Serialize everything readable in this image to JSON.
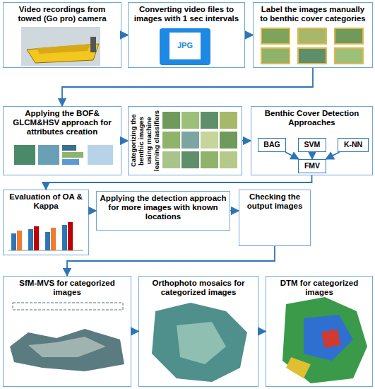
{
  "diagram": {
    "nodes": [
      {
        "text": [
          "Video recordings from towed (Go pro) camera"
        ]
      },
      {
        "text": [
          "Converting video files to images with 1 sec intervals"
        ]
      },
      {
        "text": [
          "Label the images manually to benthic cover categories"
        ]
      },
      {
        "text": [
          "Applying the BOF& GLCM&HSV approach for attributes creation"
        ]
      },
      {
        "text": [
          "Categorizing the benthic images using machine learning classifiers"
        ]
      },
      {
        "text": [
          "Benthic Cover Detection Approaches"
        ]
      },
      {
        "text": [
          "BAG"
        ],
        "in": 5
      },
      {
        "text": [
          "SVM"
        ],
        "in": 5
      },
      {
        "text": [
          "K-NN"
        ],
        "in": 5
      },
      {
        "text": [
          "FMV"
        ],
        "in": 5
      },
      {
        "text": [
          "Evaluation of OA & Kappa"
        ]
      },
      {
        "text": [
          "Applying the detection approach for more images with known locations"
        ]
      },
      {
        "text": [
          "Checking the output images"
        ]
      },
      {
        "text": [
          "SfM-MVS for categorized images"
        ]
      },
      {
        "text": [
          "Orthophoto mosaics for categorized images"
        ]
      },
      {
        "text": [
          "DTM for categorized images"
        ]
      }
    ],
    "edges": [
      {
        "from": 0,
        "to": 1,
        "arrow": "to"
      },
      {
        "from": 1,
        "to": 2,
        "arrow": "to"
      },
      {
        "from": 2,
        "to": 3,
        "arrow": "to"
      },
      {
        "from": 3,
        "to": 4,
        "arrow": "to"
      },
      {
        "from": 4,
        "to": 5,
        "arrow": "to"
      },
      {
        "from": 6,
        "to": 9,
        "arrow": "to"
      },
      {
        "from": 7,
        "to": 9,
        "arrow": "to"
      },
      {
        "from": 8,
        "to": 9,
        "arrow": "to"
      },
      {
        "from": 5,
        "to": 10,
        "arrow": "to"
      },
      {
        "from": 10,
        "to": 11,
        "arrow": "to"
      },
      {
        "from": 11,
        "to": 12,
        "arrow": "to"
      },
      {
        "from": 12,
        "to": 13,
        "arrow": "to"
      },
      {
        "from": 13,
        "to": 14,
        "arrow": "to"
      },
      {
        "from": 14,
        "to": 15,
        "arrow": "to"
      }
    ],
    "labels": [
      "JPG"
    ]
  }
}
